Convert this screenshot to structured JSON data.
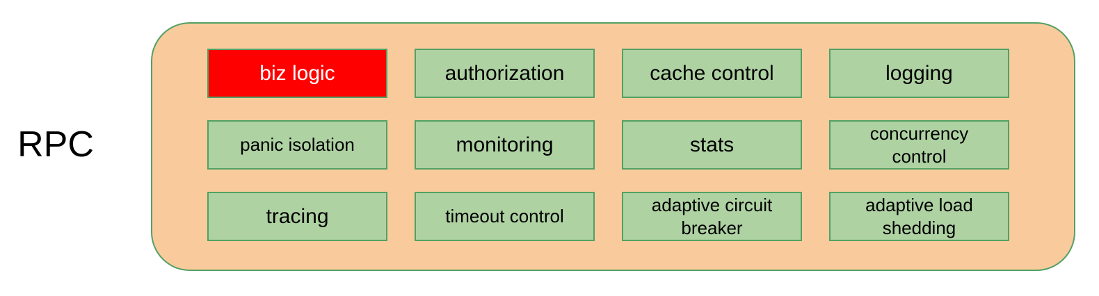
{
  "label": {
    "text": "RPC"
  },
  "colors": {
    "container_fill": "#F9CB9C",
    "container_border": "#53A064",
    "box_fill": "#AFD2A3",
    "box_border": "#53A064",
    "highlight_fill": "#FF0000",
    "highlight_text": "#FFFFFF",
    "text": "#000000",
    "page_background": "#FFFFFF"
  },
  "container": {
    "boxes": [
      {
        "label": "biz logic",
        "variant": "highlight"
      },
      {
        "label": "authorization",
        "variant": "normal"
      },
      {
        "label": "cache control",
        "variant": "normal"
      },
      {
        "label": "logging",
        "variant": "normal"
      },
      {
        "label": "panic isolation",
        "variant": "normal"
      },
      {
        "label": "monitoring",
        "variant": "normal"
      },
      {
        "label": "stats",
        "variant": "normal"
      },
      {
        "label": "concurrency\ncontrol",
        "variant": "normal"
      },
      {
        "label": "tracing",
        "variant": "normal"
      },
      {
        "label": "timeout control",
        "variant": "normal"
      },
      {
        "label": "adaptive circuit\nbreaker",
        "variant": "normal"
      },
      {
        "label": "adaptive load\nshedding",
        "variant": "normal"
      }
    ]
  }
}
